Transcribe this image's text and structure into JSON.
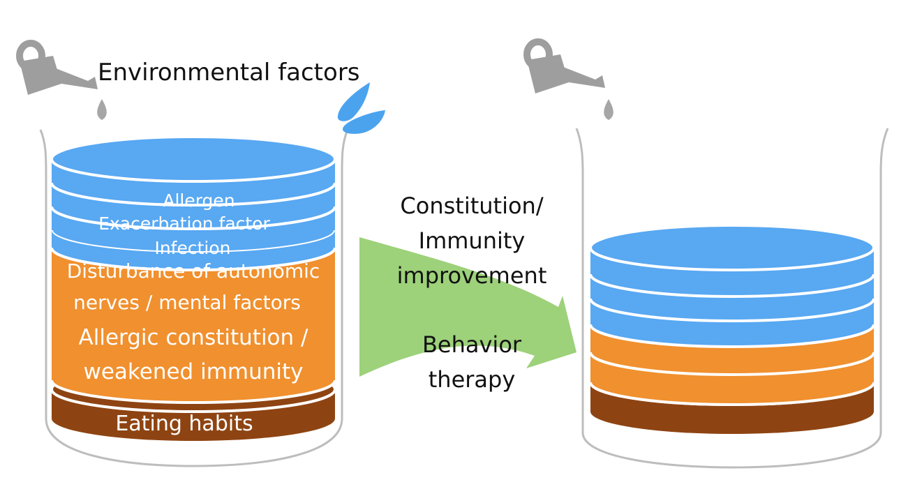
{
  "top_label": "Environmental factors",
  "left_cylinder": {
    "layers": [
      {
        "label": "Allergen"
      },
      {
        "label": "Exacerbation factor"
      },
      {
        "label": "Infection"
      },
      {
        "label": "Disturbance of autonomic",
        "label2": "nerves / mental factors"
      },
      {
        "label": "Allergic constitution /",
        "label2": "weakened immunity"
      },
      {
        "label": "Eating habits"
      }
    ]
  },
  "arrow": {
    "upper_text": [
      "Constitution/",
      "Immunity",
      "improvement"
    ],
    "lower_text": [
      "Behavior",
      "therapy"
    ]
  },
  "colors": {
    "blue": "#58a8f2",
    "orange": "#f0902e",
    "brown": "#8e4412",
    "green": "#9dd17a",
    "container": "#bdbdbd",
    "can": "#9e9e9e",
    "drop_gray": "#a6a6a6",
    "drop_blue": "#4ba3ee"
  },
  "icons": {
    "left_can": "watering-can-icon",
    "right_can": "watering-can-icon",
    "splash": "water-splash-icon"
  }
}
